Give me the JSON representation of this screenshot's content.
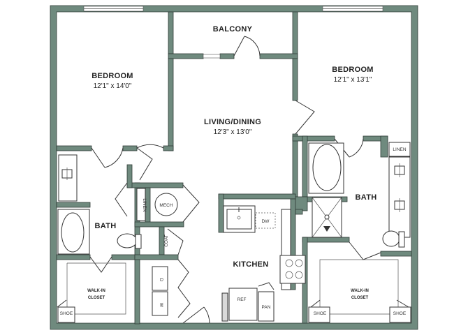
{
  "rooms": {
    "balcony": {
      "title": "BALCONY"
    },
    "bedroom_left": {
      "title": "BEDROOM",
      "dimensions": "12'1\" x 14'0\""
    },
    "bedroom_right": {
      "title": "BEDROOM",
      "dimensions": "12'1\" x 13'1\""
    },
    "living": {
      "title": "LIVING/DINING",
      "dimensions": "12'3\" x 13'0\""
    },
    "kitchen": {
      "title": "KITCHEN"
    },
    "bath_left": {
      "title": "BATH"
    },
    "bath_right": {
      "title": "BATH"
    },
    "closet_left": {
      "line1": "WALK-IN",
      "line2": "CLOSET"
    },
    "closet_right": {
      "line1": "WALK-IN",
      "line2": "CLOSET"
    }
  },
  "labels": {
    "linen_left": "LINEN",
    "linen_right": "LINEN",
    "mech": "MECH",
    "coat": "COAT",
    "dw": "DW",
    "ref": "REF",
    "pan": "PAN",
    "shoe_1": "SHOE",
    "shoe_2": "SHOE",
    "shoe_3": "SHOE",
    "washer": "W",
    "dryer": "D"
  }
}
